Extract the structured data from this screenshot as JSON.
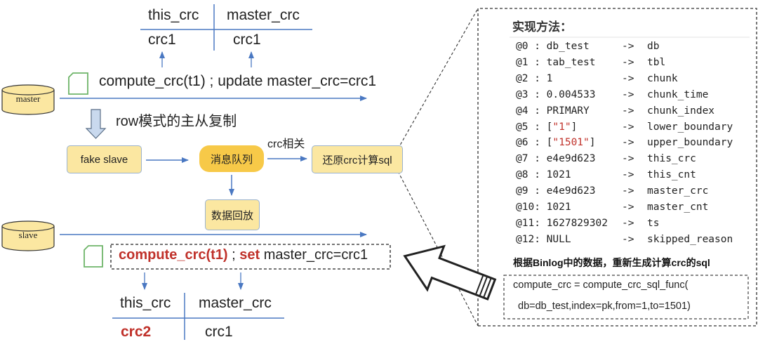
{
  "top_table": {
    "headers": [
      "this_crc",
      "master_crc"
    ],
    "values": [
      "crc1",
      "crc1"
    ]
  },
  "top_statement": "compute_crc(t1) ; update master_crc=crc1",
  "master_label": "master",
  "slave_label": "slave",
  "replication_label": "row模式的主从复制",
  "crc_related_label": "crc相关",
  "nodes": {
    "fake_slave": "fake slave",
    "queue": "消息队列",
    "restore": "还原crc计算sql",
    "replay": "数据回放"
  },
  "bottom_statement": {
    "part1": "compute_crc(t1)",
    "sep": " ; ",
    "part2": "set",
    "part3": " master_crc=crc1"
  },
  "bottom_table": {
    "headers": [
      "this_crc",
      "master_crc"
    ],
    "values": [
      "crc2",
      "crc1"
    ]
  },
  "right_panel": {
    "title": "实现方法：",
    "mappings": [
      {
        "idx": "@0 : ",
        "val": "db_test",
        "q": false,
        "target": "db"
      },
      {
        "idx": "@1 : ",
        "val": "tab_test",
        "q": false,
        "target": "tbl"
      },
      {
        "idx": "@2 : ",
        "val": "1",
        "q": false,
        "target": "chunk"
      },
      {
        "idx": "@3 : ",
        "val": "0.004533",
        "q": false,
        "target": "chunk_time"
      },
      {
        "idx": "@4 : ",
        "val": "PRIMARY",
        "q": false,
        "target": "chunk_index"
      },
      {
        "idx": "@5 : ",
        "val": "\"1\"",
        "q": true,
        "target": "lower_boundary"
      },
      {
        "idx": "@6 : ",
        "val": "\"1501\"",
        "q": true,
        "target": "upper_boundary"
      },
      {
        "idx": "@7 : ",
        "val": "e4e9d623",
        "q": false,
        "target": "this_crc"
      },
      {
        "idx": "@8 : ",
        "val": "1021",
        "q": false,
        "target": "this_cnt"
      },
      {
        "idx": "@9 : ",
        "val": "e4e9d623",
        "q": false,
        "target": "master_crc"
      },
      {
        "idx": "@10: ",
        "val": "1021",
        "q": false,
        "target": "master_cnt"
      },
      {
        "idx": "@11: ",
        "val": "1627829302",
        "q": false,
        "target": "ts"
      },
      {
        "idx": "@12: ",
        "val": "NULL",
        "q": false,
        "target": "skipped_reason"
      }
    ],
    "arrow": "->",
    "note": "根据Binlog中的数据，重新生成计算crc的sql",
    "code_line1": "compute_crc = compute_crc_sql_func(",
    "code_line2": "db=db_test,index=pk,from=1,to=1501)"
  }
}
